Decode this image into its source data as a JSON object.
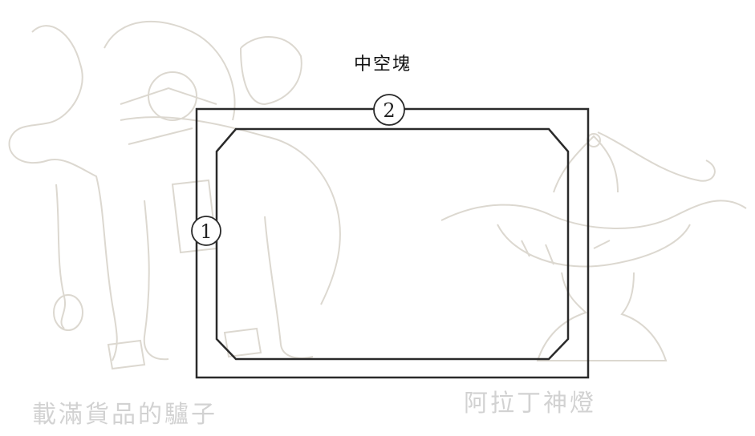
{
  "diagram": {
    "title": "中空塊",
    "marker_1": "1",
    "marker_2": "2",
    "caption_left": "載滿貨品的驢子",
    "caption_right": "阿拉丁神燈"
  },
  "colors": {
    "outline": "#2a2a2a",
    "sketch": "#d9d6cf",
    "caption": "#d2d2d2"
  }
}
